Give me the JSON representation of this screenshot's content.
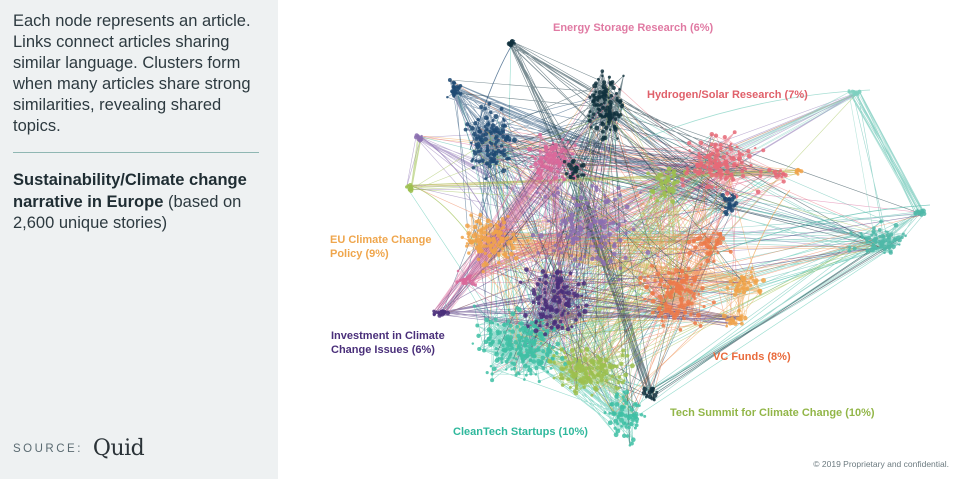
{
  "intro_text": "Each node represents an article. Links connect articles sharing similar language. Clusters form when many articles share strong similarities, revealing shared topics.",
  "subtitle": {
    "bold": "Sustainability/Climate change narrative in Europe",
    "rest": " (based on 2,600 unique stories)"
  },
  "source": {
    "label": "SOURCE:",
    "logo": "Quid"
  },
  "clusters": [
    {
      "id": "energy",
      "lines": [
        "Energy Storage Research (6%)"
      ],
      "color": "#d9699a",
      "text_color": "#e07aa3"
    },
    {
      "id": "hydrogen",
      "lines": [
        "Hydrogen/Solar Research (7%)"
      ],
      "color": "#e66a78",
      "text_color": "#e0606a"
    },
    {
      "id": "eu",
      "lines": [
        "EU Climate Change",
        "Policy (9%)"
      ],
      "color": "#f0a34a",
      "text_color": "#efa64d"
    },
    {
      "id": "investment",
      "lines": [
        "Investment in Climate",
        "Change Issues (6%)"
      ],
      "color": "#4a2f7a",
      "text_color": "#4a2f7a"
    },
    {
      "id": "vc",
      "lines": [
        "VC Funds (8%)"
      ],
      "color": "#ec7a4a",
      "text_color": "#e96a3b"
    },
    {
      "id": "tech",
      "lines": [
        "Tech Summit for Climate Change  (10%)"
      ],
      "color": "#9cbf4e",
      "text_color": "#92b648"
    },
    {
      "id": "cleantech",
      "lines": [
        "CleanTech Startups (10%)"
      ],
      "color": "#3fbfa5",
      "text_color": "#2fb89c"
    }
  ],
  "extra_colors": {
    "navy": "#1f4a73",
    "dark": "#11313d",
    "teal": "#4fb8a8",
    "lavender": "#8b6fb0",
    "mint": "#7fd0c0"
  },
  "copyright": "© 2019 Proprietary and confidential."
}
